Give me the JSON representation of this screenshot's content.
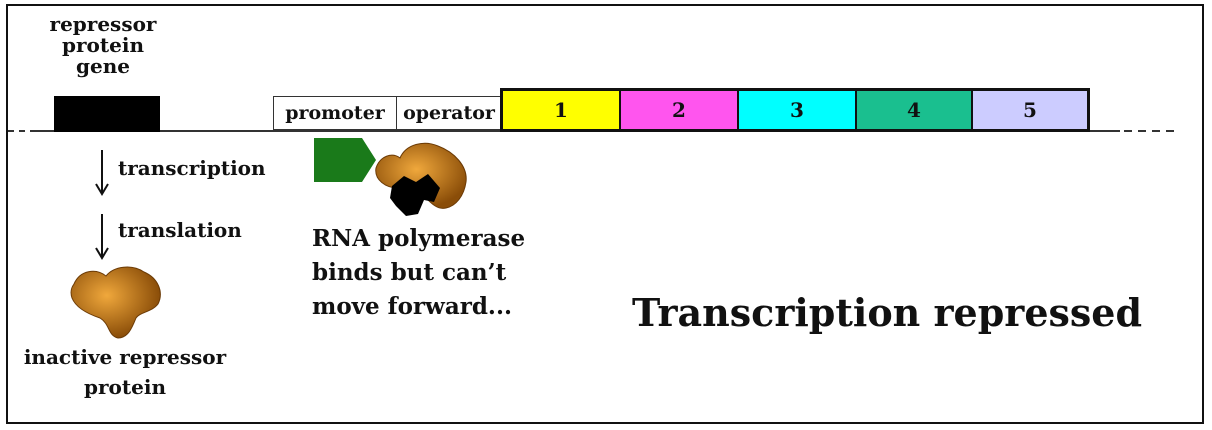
{
  "gene": {
    "label_lines": [
      "repressor",
      "protein",
      "gene"
    ]
  },
  "regions": {
    "promoter": "promoter",
    "operator": "operator"
  },
  "structural_genes": [
    {
      "label": "1",
      "color": "#ffff00"
    },
    {
      "label": "2",
      "color": "#ff55ee"
    },
    {
      "label": "3",
      "color": "#00ffff"
    },
    {
      "label": "4",
      "color": "#1abf8f"
    },
    {
      "label": "5",
      "color": "#ccccff"
    }
  ],
  "steps": {
    "transcription": "transcription",
    "translation": "translation"
  },
  "repressor": {
    "label_line1": "inactive repressor",
    "label_line2": "protein",
    "color": "#c47a17"
  },
  "rna_polymerase": {
    "text_lines": [
      "RNA polymerase",
      "binds but can’t",
      "move forward..."
    ],
    "color": "#1a7a1a"
  },
  "status": {
    "text": "Transcription repressed"
  }
}
